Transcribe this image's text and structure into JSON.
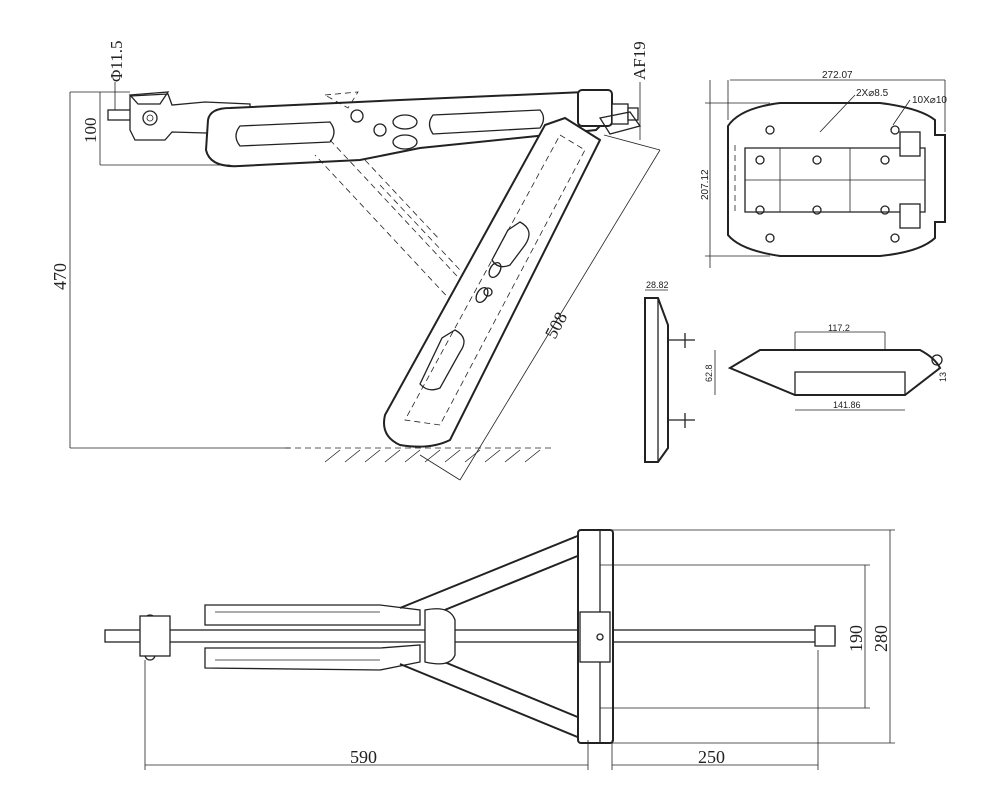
{
  "dimensions": {
    "side_view": {
      "dia": "Φ11.5",
      "af": "AF19",
      "height_100": "100",
      "height_470": "470",
      "length_508": "508"
    },
    "foot_top": {
      "width": "272.07",
      "depth": "207.12",
      "holes_a": "2X⌀8.5",
      "holes_b": "10X⌀10"
    },
    "foot_side": {
      "thickness": "28.82"
    },
    "foot_front": {
      "top_len": "117.2",
      "height": "62.8",
      "bottom_len": "141.86",
      "edge": "13"
    },
    "plan_view": {
      "length_590": "590",
      "length_250": "250",
      "width_190": "190",
      "width_280": "280"
    }
  }
}
